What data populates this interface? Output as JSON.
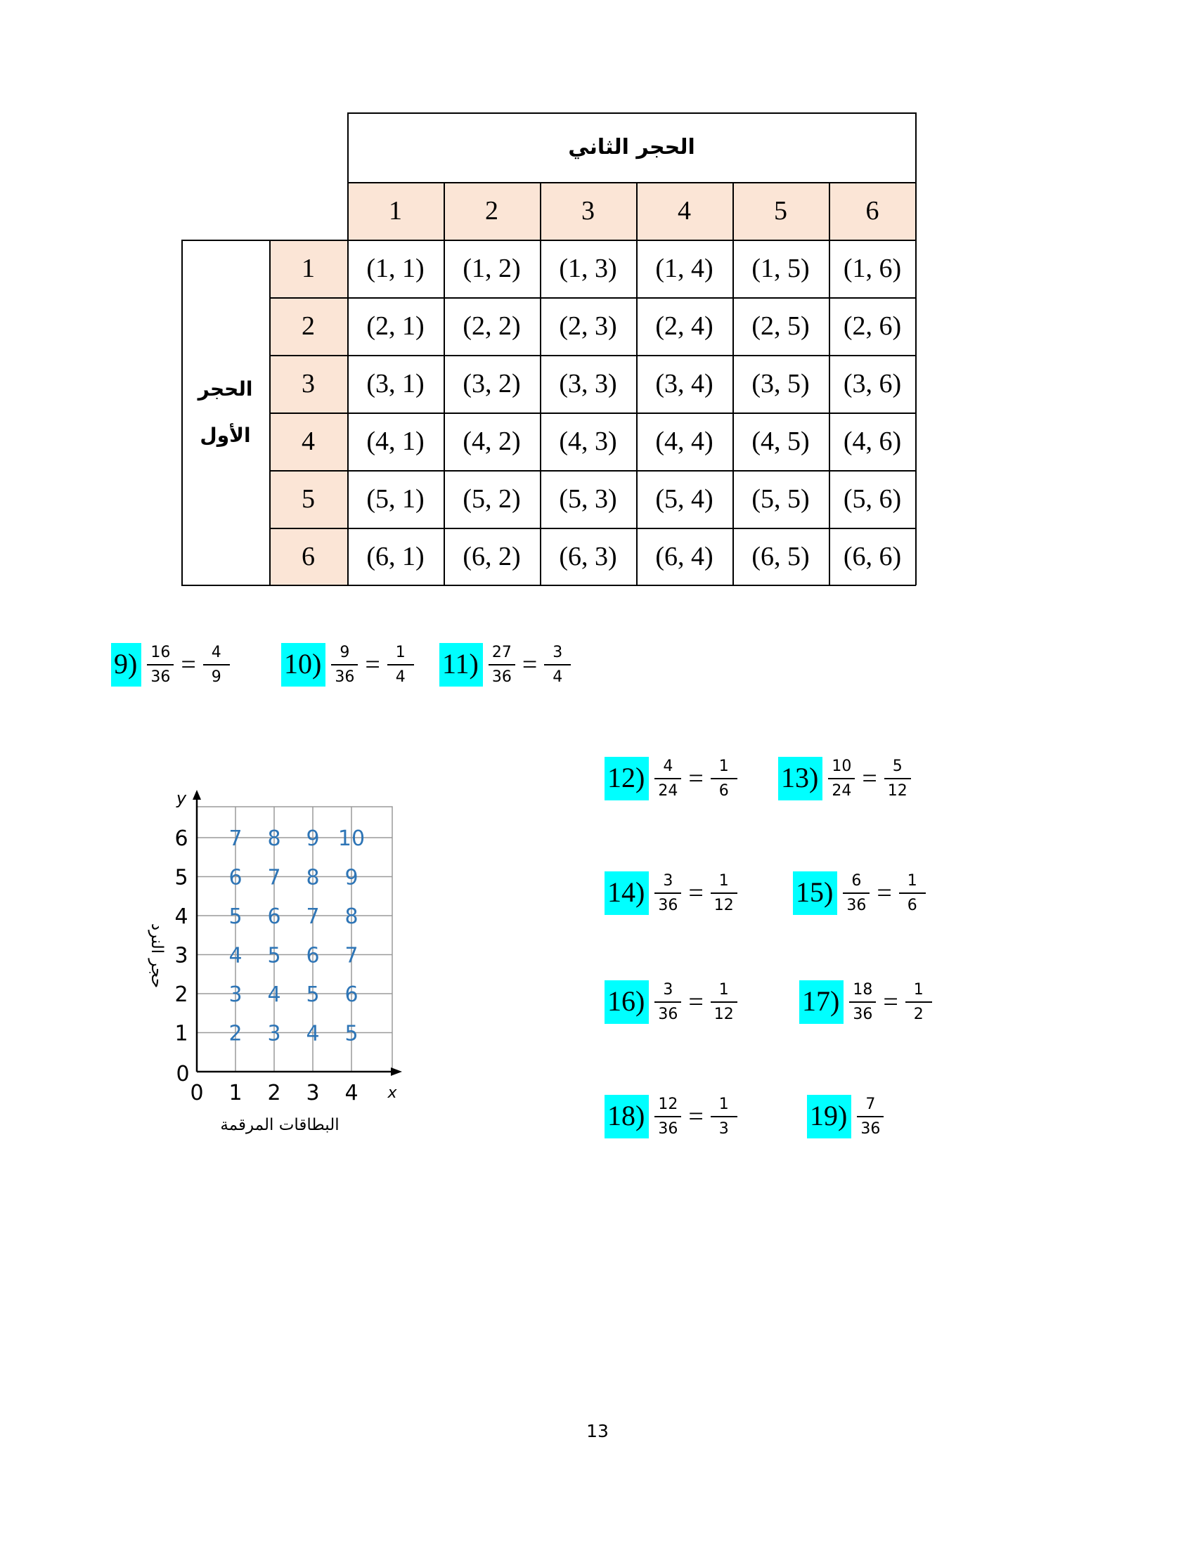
{
  "table": {
    "second_die_label": "الحجر الثاني",
    "first_die_label_line1": "الحجر",
    "first_die_label_line2": "الأول",
    "col_headers": [
      "1",
      "2",
      "3",
      "4",
      "5",
      "6"
    ],
    "row_headers": [
      "1",
      "2",
      "3",
      "4",
      "5",
      "6"
    ],
    "cells": [
      [
        "(1, 1)",
        "(1, 2)",
        "(1, 3)",
        "(1, 4)",
        "(1, 5)",
        "(1, 6)"
      ],
      [
        "(2, 1)",
        "(2, 2)",
        "(2, 3)",
        "(2, 4)",
        "(2, 5)",
        "(2, 6)"
      ],
      [
        "(3, 1)",
        "(3, 2)",
        "(3, 3)",
        "(3, 4)",
        "(3, 5)",
        "(3, 6)"
      ],
      [
        "(4, 1)",
        "(4, 2)",
        "(4, 3)",
        "(4,  4)",
        "(4, 5)",
        "(4, 6)"
      ],
      [
        "(5, 1)",
        "(5, 2)",
        "(5, 3)",
        "(5, 4)",
        "(5, 5)",
        "(5, 6)"
      ],
      [
        "(6, 1)",
        "(6, 2)",
        "(6, 3)",
        "(6, 4)",
        "(6, 5)",
        "(6, 6)"
      ]
    ]
  },
  "answers": [
    {
      "num": "9)",
      "f1n": "16",
      "f1d": "36",
      "eq": "=",
      "f2n": "4",
      "f2d": "9"
    },
    {
      "num": "10)",
      "f1n": "9",
      "f1d": "36",
      "eq": "=",
      "f2n": "1",
      "f2d": "4"
    },
    {
      "num": "11)",
      "f1n": "27",
      "f1d": "36",
      "eq": "=",
      "f2n": "3",
      "f2d": "4"
    },
    {
      "num": "12)",
      "f1n": "4",
      "f1d": "24",
      "eq": "=",
      "f2n": "1",
      "f2d": "6"
    },
    {
      "num": "13)",
      "f1n": "10",
      "f1d": "24",
      "eq": "=",
      "f2n": "5",
      "f2d": "12"
    },
    {
      "num": "14)",
      "f1n": "3",
      "f1d": "36",
      "eq": "=",
      "f2n": "1",
      "f2d": "12"
    },
    {
      "num": "15)",
      "f1n": "6",
      "f1d": "36",
      "eq": "=",
      "f2n": "1",
      "f2d": "6"
    },
    {
      "num": "16)",
      "f1n": "3",
      "f1d": "36",
      "eq": "=",
      "f2n": "1",
      "f2d": "12"
    },
    {
      "num": "17)",
      "f1n": "18",
      "f1d": "36",
      "eq": "=",
      "f2n": "1",
      "f2d": "2"
    },
    {
      "num": "18)",
      "f1n": "12",
      "f1d": "36",
      "eq": "=",
      "f2n": "1",
      "f2d": "3"
    },
    {
      "num": "19)",
      "f1n": "7",
      "f1d": "36"
    }
  ],
  "graph": {
    "x_axis_letter": "x",
    "y_axis_letter": "y",
    "x_label": "البطاقات المرقمة",
    "y_label": "حجر النرد",
    "x_ticks": [
      "0",
      "1",
      "2",
      "3",
      "4"
    ],
    "y_ticks": [
      "0",
      "1",
      "2",
      "3",
      "4",
      "5",
      "6"
    ],
    "point_color": "#2e75b6",
    "points": [
      {
        "x": 1,
        "y": 1,
        "sum": "2"
      },
      {
        "x": 2,
        "y": 1,
        "sum": "3"
      },
      {
        "x": 3,
        "y": 1,
        "sum": "4"
      },
      {
        "x": 4,
        "y": 1,
        "sum": "5"
      },
      {
        "x": 1,
        "y": 2,
        "sum": "3"
      },
      {
        "x": 2,
        "y": 2,
        "sum": "4"
      },
      {
        "x": 3,
        "y": 2,
        "sum": "5"
      },
      {
        "x": 4,
        "y": 2,
        "sum": "6"
      },
      {
        "x": 1,
        "y": 3,
        "sum": "4"
      },
      {
        "x": 2,
        "y": 3,
        "sum": "5"
      },
      {
        "x": 3,
        "y": 3,
        "sum": "6"
      },
      {
        "x": 4,
        "y": 3,
        "sum": "7"
      },
      {
        "x": 1,
        "y": 4,
        "sum": "5"
      },
      {
        "x": 2,
        "y": 4,
        "sum": "6"
      },
      {
        "x": 3,
        "y": 4,
        "sum": "7"
      },
      {
        "x": 4,
        "y": 4,
        "sum": "8"
      },
      {
        "x": 1,
        "y": 5,
        "sum": "6"
      },
      {
        "x": 2,
        "y": 5,
        "sum": "7"
      },
      {
        "x": 3,
        "y": 5,
        "sum": "8"
      },
      {
        "x": 4,
        "y": 5,
        "sum": "9"
      },
      {
        "x": 1,
        "y": 6,
        "sum": "7"
      },
      {
        "x": 2,
        "y": 6,
        "sum": "8"
      },
      {
        "x": 3,
        "y": 6,
        "sum": "9"
      },
      {
        "x": 4,
        "y": 6,
        "sum": "10"
      }
    ]
  },
  "page_number": "13"
}
